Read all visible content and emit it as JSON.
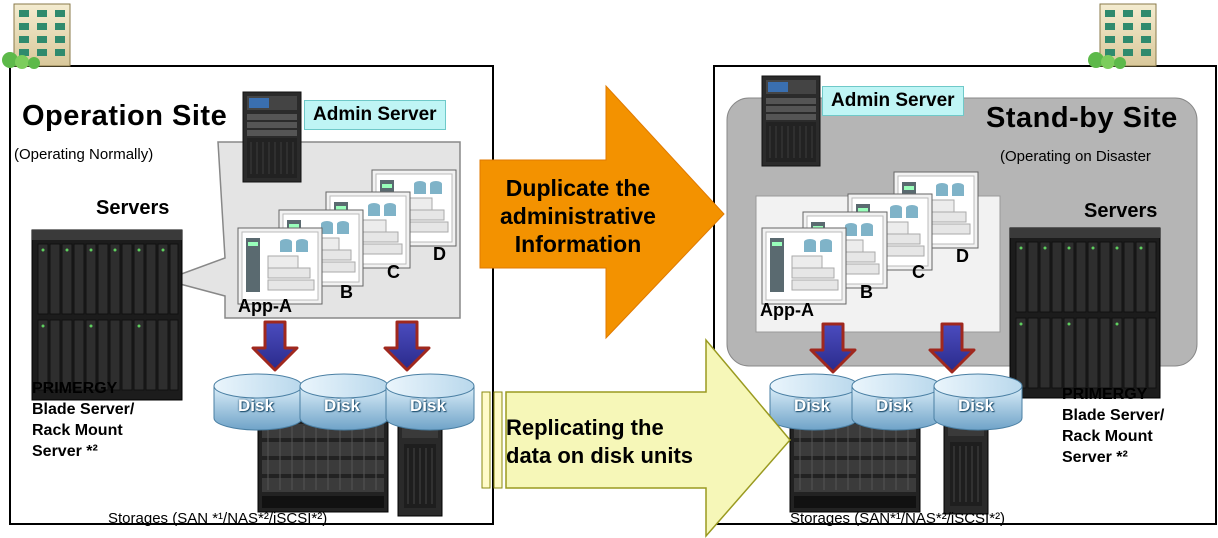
{
  "operation_site": {
    "title": "Operation Site",
    "subtitle": "(Operating Normally)",
    "admin_server": "Admin Server",
    "servers_label": "Servers",
    "app_labels": [
      "App-A",
      "B",
      "C",
      "D"
    ],
    "hardware_lines": [
      "PRIMERGY",
      "Blade Server/",
      "Rack Mount",
      "Server *²"
    ],
    "disk_labels": [
      "Disk",
      "Disk",
      "Disk"
    ],
    "storage_caption": "Storages (SAN *¹/NAS*²/iSCSI*²)"
  },
  "standby_site": {
    "title": "Stand-by Site",
    "subtitle": "(Operating on Disaster",
    "admin_server": "Admin Server",
    "servers_label": "Servers",
    "app_labels": [
      "App-A",
      "B",
      "C",
      "D"
    ],
    "hardware_lines": [
      "PRIMERGY",
      "Blade Server/",
      "Rack Mount",
      "Server *²"
    ],
    "disk_labels": [
      "Disk",
      "Disk",
      "Disk"
    ],
    "storage_caption": "Storages (SAN*¹/NAS*²/iSCSI*²)"
  },
  "arrows": {
    "duplicate": [
      "Duplicate the",
      "administrative",
      "Information"
    ],
    "replicate": [
      "Replicating the",
      "data on disk units"
    ]
  },
  "colors": {
    "orange_arrow": "#f39200",
    "yellow_arrow": "#f6f7b8",
    "down_arrow": "#3b3aa5",
    "admin_label_bg": "#bff5f5",
    "standby_panel": "#b5b5b5",
    "disk": "#7fb3d6"
  }
}
